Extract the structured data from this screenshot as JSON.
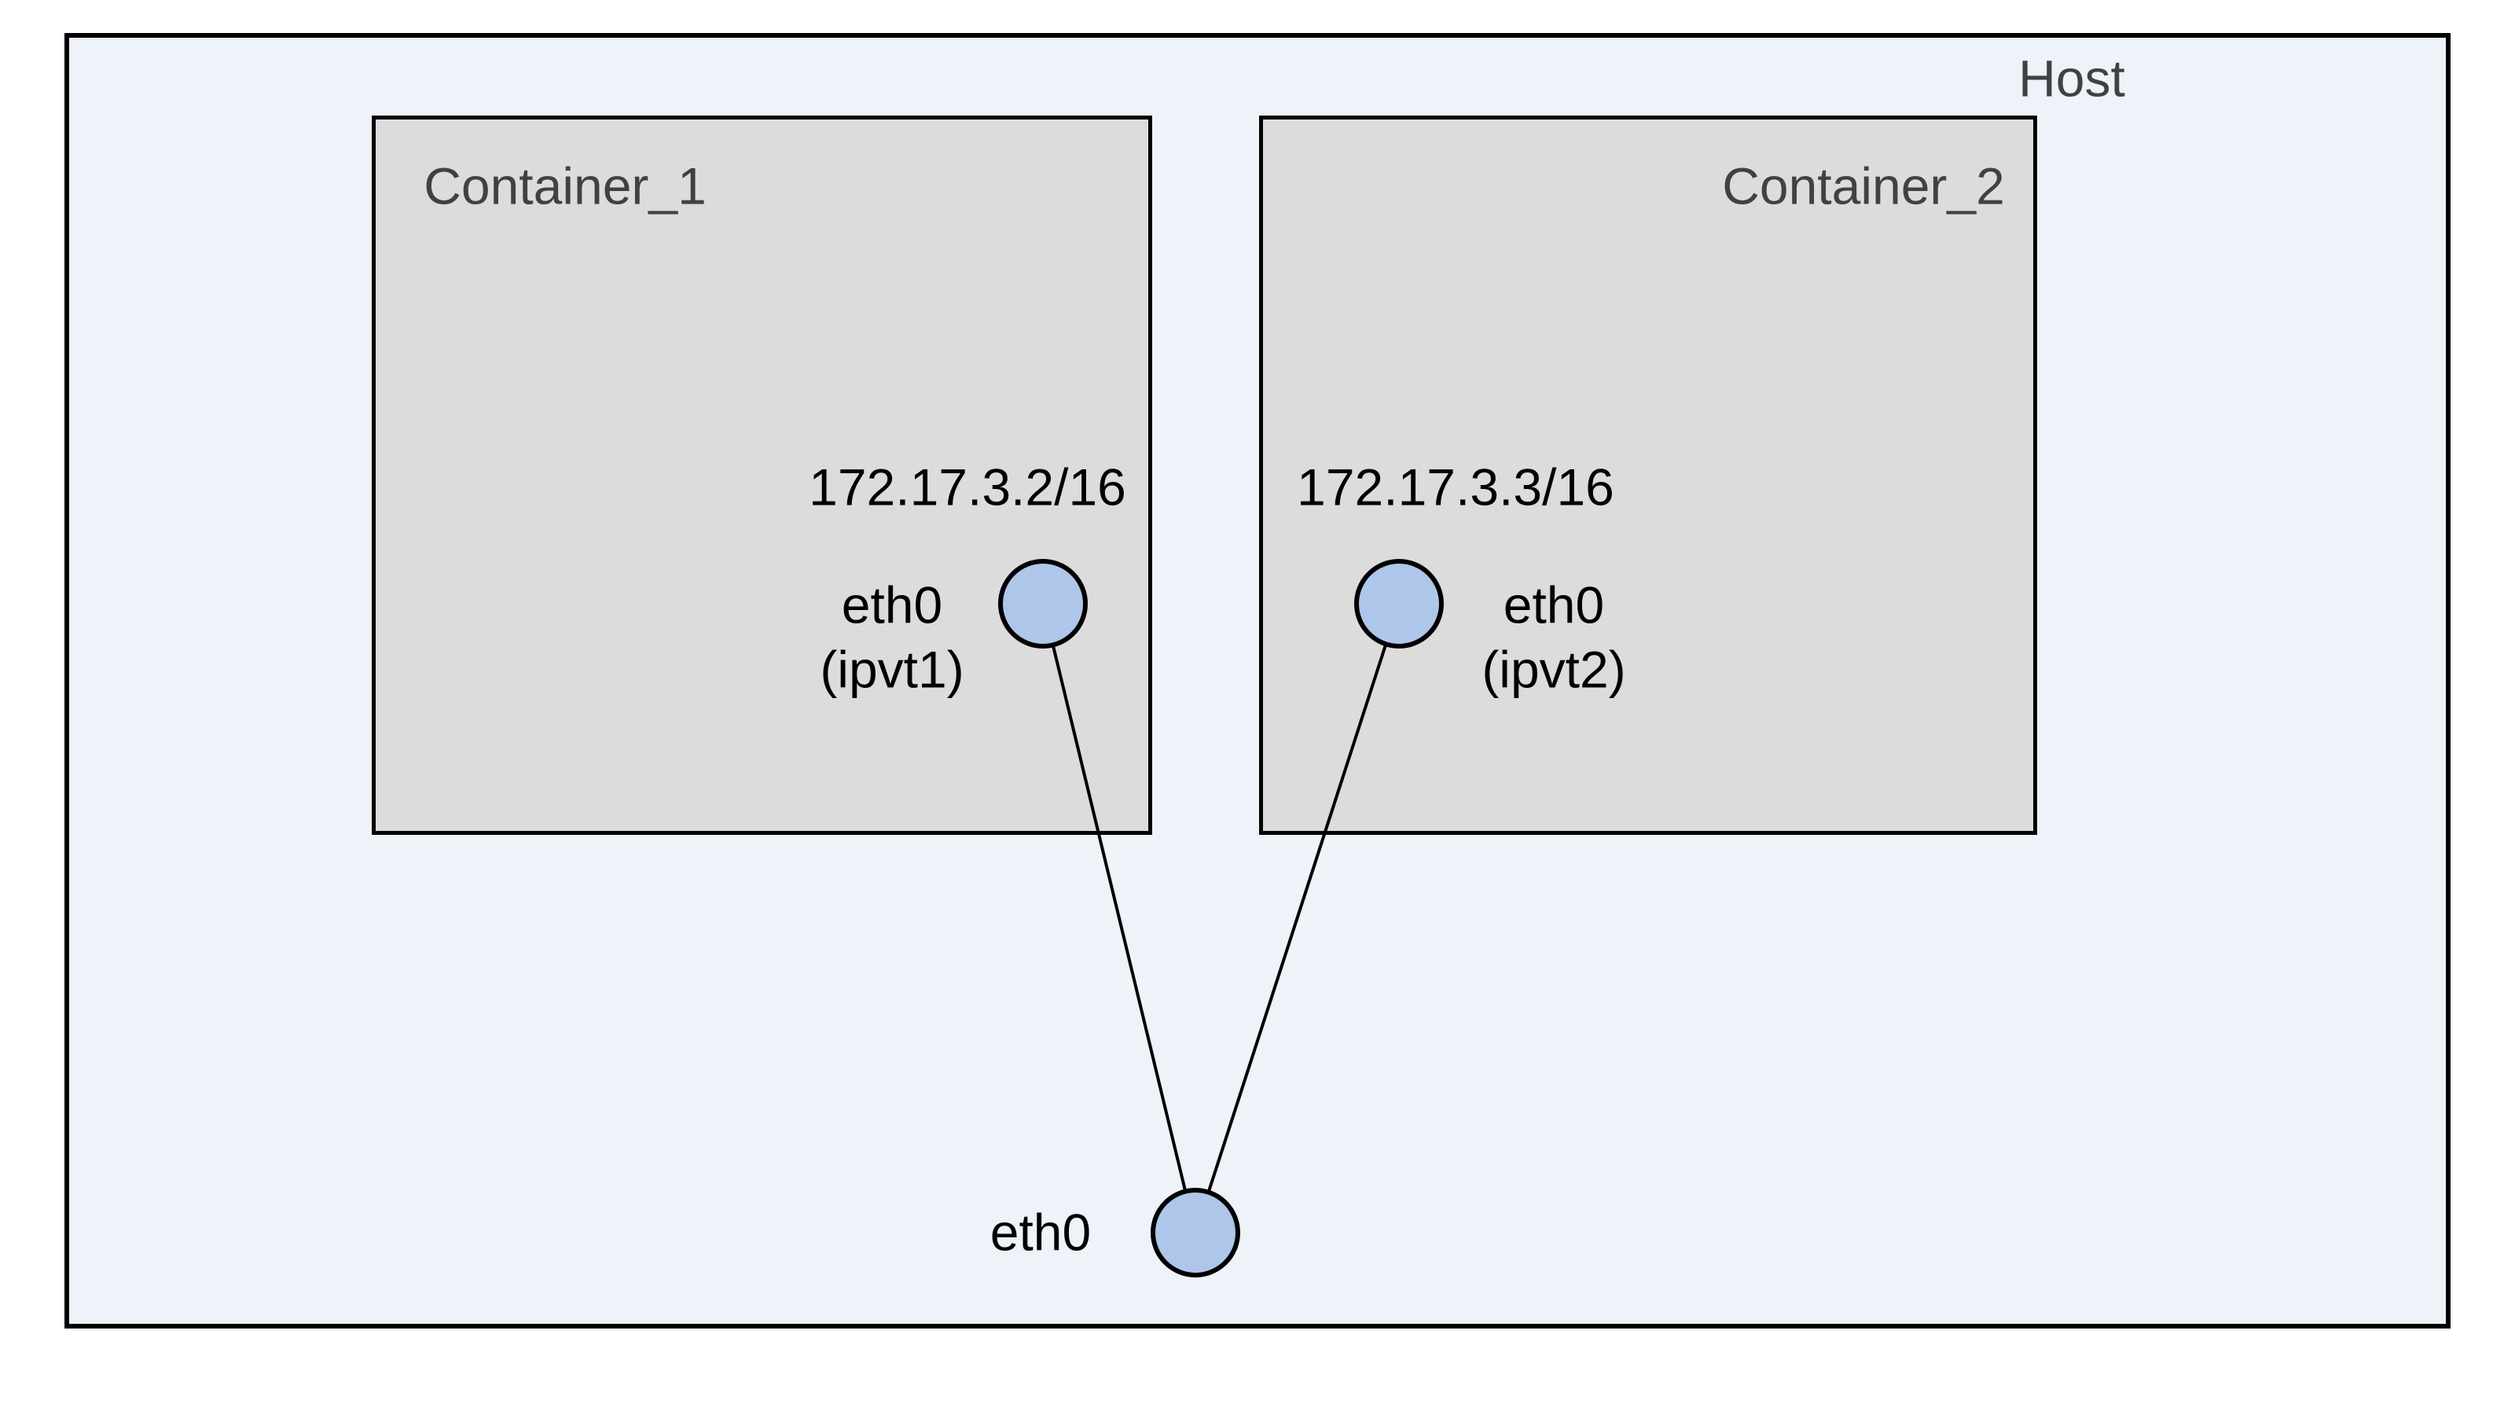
{
  "host": {
    "label": "Host",
    "interface_label": "eth0"
  },
  "containers": [
    {
      "label": "Container_1",
      "ip_cidr": "172.17.3.2/16",
      "interface_label": "eth0",
      "interface_alias": "(ipvt1)"
    },
    {
      "label": "Container_2",
      "ip_cidr": "172.17.3.3/16",
      "interface_label": "eth0",
      "interface_alias": "(ipvt2)"
    }
  ],
  "connections": [
    {
      "from": "Container_1 eth0 (ipvt1)",
      "to": "Host eth0"
    },
    {
      "from": "Container_2 eth0 (ipvt2)",
      "to": "Host eth0"
    }
  ],
  "colors": {
    "page_bg": "#ffffff",
    "host_bg": "#eef2f9",
    "container_bg": "#dcdcdc",
    "node_fill": "#aec6ea",
    "stroke": "#000000",
    "box_label_text": "#3f4245",
    "text": "#000000"
  }
}
